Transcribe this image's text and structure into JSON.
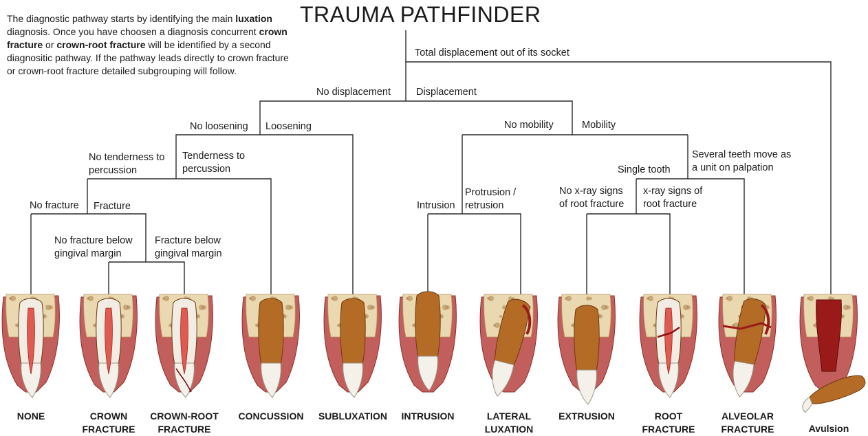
{
  "title": "TRAUMA PATHFINDER",
  "intro": {
    "p1": "The diagnostic pathway starts by identifying the main ",
    "b1": "luxation",
    "p2": " diagnosis. Once you have choosen a diagnosis concurrent ",
    "b2": "crown fracture",
    "p3": " or ",
    "b3": "crown-root fracture",
    "p4": " will be identified by a second diagnositic pathway. If the pathway leads directly to crown fracture or crown-root fracture detailed subgrouping will follow."
  },
  "branches": {
    "total_displacement": "Total displacement out of its socket",
    "no_displacement": "No displacement",
    "displacement": "Displacement",
    "no_loosening": "No loosening",
    "loosening": "Loosening",
    "no_mobility": "No mobility",
    "mobility": "Mobility",
    "no_tenderness": "No tenderness to\npercussion",
    "tenderness": "Tenderness to\npercussion",
    "single_tooth": "Single tooth",
    "several_teeth": "Several teeth move as\na unit on palpation",
    "no_fracture": "No fracture",
    "fracture": "Fracture",
    "intrusion": "Intrusion",
    "protrusion": "Protrusion /\nretrusion",
    "no_xray": "No x-ray signs\nof root fracture",
    "xray": "x-ray signs of\nroot fracture",
    "no_fracture_below": "No fracture below\ngingival margin",
    "fracture_below": "Fracture below\ngingival margin"
  },
  "diagnoses": [
    {
      "label": "NONE",
      "crown": "white",
      "pulp": "red",
      "extra": "none"
    },
    {
      "label": "CROWN\nFRACTURE",
      "crown": "white",
      "pulp": "red",
      "extra": "none"
    },
    {
      "label": "CROWN-ROOT\nFRACTURE",
      "crown": "white",
      "pulp": "red",
      "extra": "crack"
    },
    {
      "label": "CONCUSSION",
      "crown": "white",
      "pulp": "brown",
      "extra": "none"
    },
    {
      "label": "SUBLUXATION",
      "crown": "white",
      "pulp": "brown",
      "extra": "none"
    },
    {
      "label": "INTRUSION",
      "crown": "white",
      "pulp": "brown",
      "extra": "intruded"
    },
    {
      "label": "LATERAL\nLUXATION",
      "crown": "white",
      "pulp": "brown",
      "extra": "tilted"
    },
    {
      "label": "EXTRUSION",
      "crown": "white",
      "pulp": "brown",
      "extra": "extruded"
    },
    {
      "label": "ROOT\nFRACTURE",
      "crown": "white",
      "pulp": "red",
      "extra": "rootfracture"
    },
    {
      "label": "ALVEOLAR\nFRACTURE",
      "crown": "white",
      "pulp": "brown",
      "extra": "alveolar"
    },
    {
      "label": "Avulsion",
      "crown": "white",
      "pulp": "brown",
      "extra": "avulsed"
    }
  ],
  "colors": {
    "line": "#2a2a2a",
    "bone": "#ead8b0",
    "bone_pore": "#a8804a",
    "gum": "#c25e5c",
    "gum_dark": "#8e2f2f",
    "root": "#b36b26",
    "enamel": "#f4f1ea",
    "pulp": "#e05a50",
    "socket_blood": "#9a1a1a"
  }
}
